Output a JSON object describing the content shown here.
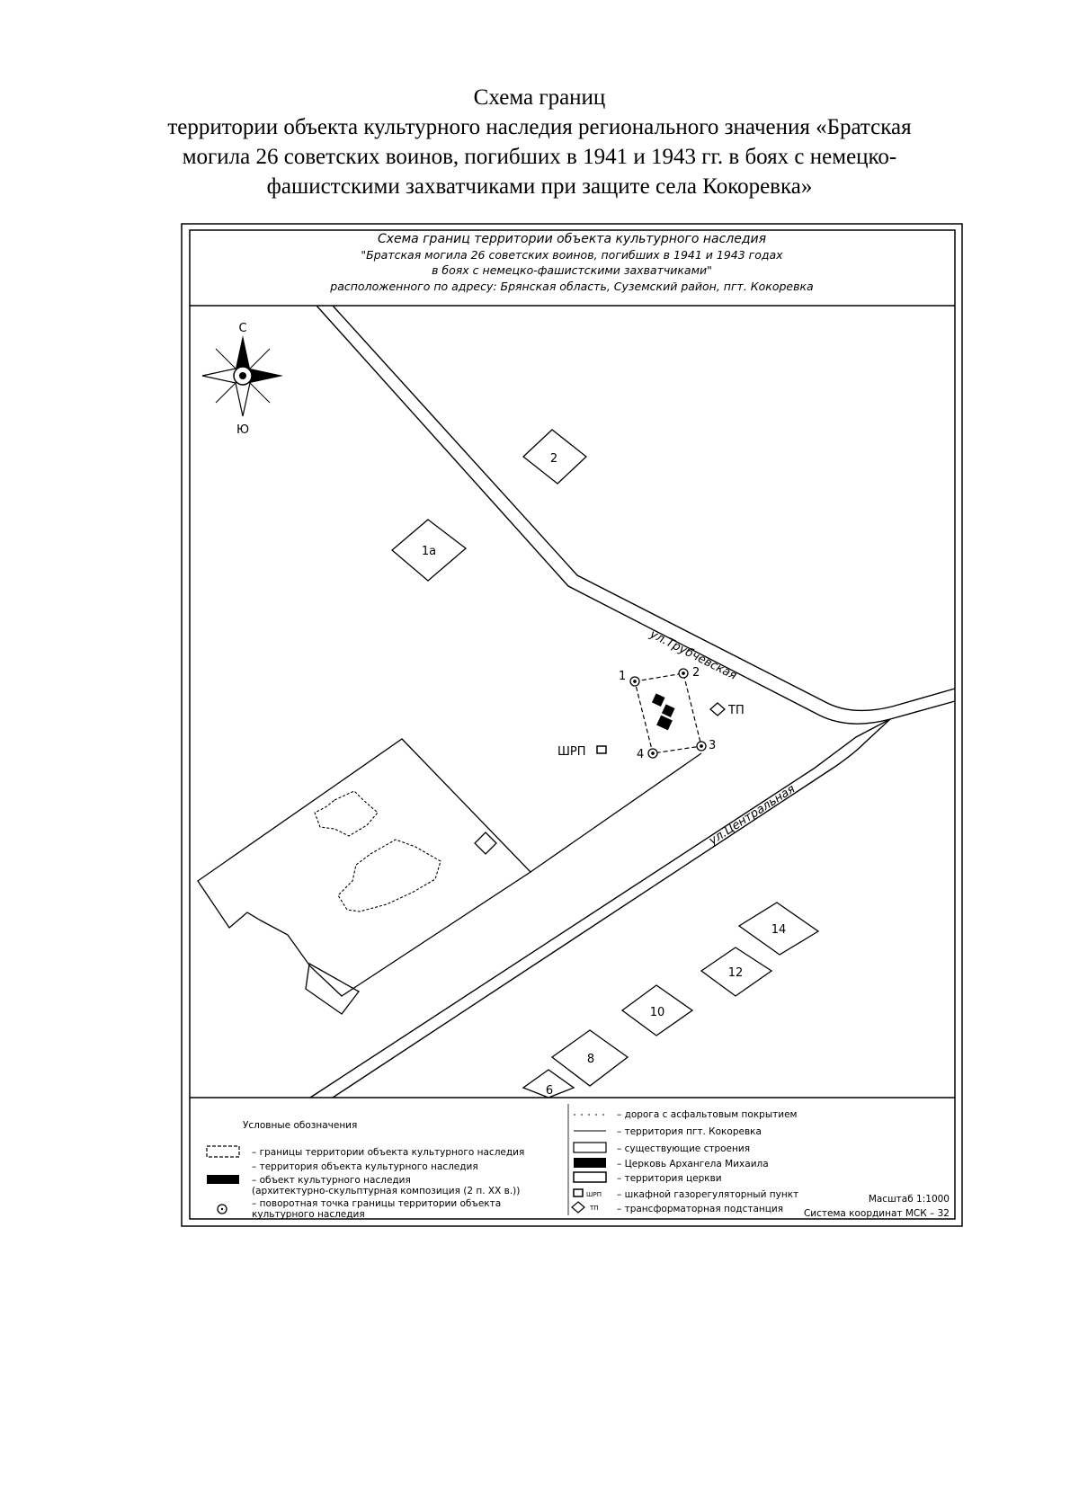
{
  "document": {
    "title_lines": [
      "Схема границ",
      "территории объекта культурного наследия регионального значения «Братская",
      "могила 26 советских воинов, погибших в 1941 и 1943 гг. в боях с немецко-",
      "фашистскими захватчиками при защите села Кокоревка»"
    ]
  },
  "drawing": {
    "header_lines": [
      "Схема границ территории объекта культурного наследия",
      "\"Братская могила 26 советских воинов, погибших в 1941 и 1943 годах",
      "в боях с немецко-фашистскими захватчиками\"",
      "расположенного по адресу: Брянская область, Суземский район, пгт. Кокоревка"
    ],
    "compass": {
      "north": "С",
      "south": "Ю"
    },
    "streets": {
      "trubchevskaya": "ул.Трубчевская",
      "centralnaya": "ул.Центральная"
    },
    "buildings": {
      "b2": "2",
      "b1a": "1а",
      "b14": "14",
      "b12": "12",
      "b10": "10",
      "b8": "8",
      "b6": "6"
    },
    "boundary_points": {
      "p1": "1",
      "p2": "2",
      "p3": "3",
      "p4": "4"
    },
    "facilities": {
      "tp": "ТП",
      "shrp": "ШРП"
    }
  },
  "legend": {
    "title": "Условные обозначения",
    "left_items": [
      "– границы территории объекта культурного наследия",
      "– территория объекта культурного наследия",
      "– объект культурного наследия",
      "(архитектурно-скульптурная композиция (2 п. XX в.))",
      "– поворотная точка границы территории объекта",
      "культурного наследия"
    ],
    "right_items": [
      "– дорога с асфальтовым покрытием",
      "– территория пгт. Кокоревка",
      "– существующие строения",
      "– Церковь Архангела Михаила",
      "– территория церкви",
      "– шкафной газорегуляторный пункт",
      "– трансформаторная подстанция"
    ],
    "right_symbol_labels": {
      "shrp": "ШРП",
      "tp": "ТП"
    },
    "scale": "Масштаб 1:1000",
    "coord_system": "Система координат МСК – 32"
  }
}
